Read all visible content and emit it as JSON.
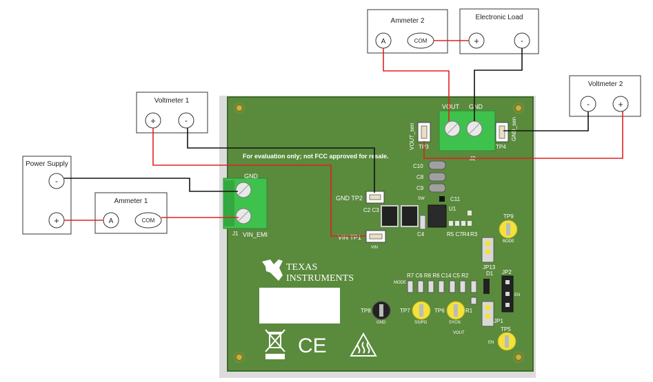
{
  "instruments": {
    "ammeter2": {
      "title": "Ammeter 2",
      "term_a": "A",
      "term_com": "COM"
    },
    "eload": {
      "title": "Electronic Load",
      "term_plus": "+",
      "term_minus": "-"
    },
    "voltmeter1": {
      "title": "Voltmeter 1",
      "term_plus": "+",
      "term_minus": "-"
    },
    "voltmeter2": {
      "title": "Voltmeter 2",
      "term_minus": "-",
      "term_plus": "+"
    },
    "power_supply": {
      "title": "Power Supply",
      "term_minus": "-",
      "term_plus": "+"
    },
    "ammeter1": {
      "title": "Ammeter 1",
      "term_a": "A",
      "term_com": "COM"
    }
  },
  "board": {
    "notice": "For evaluation only; not FCC approved for resale.",
    "brand_line1": "TEXAS",
    "brand_line2": "INSTRUMENTS",
    "ce_mark": "CE",
    "labels": {
      "vout": "VOUT",
      "gnd_top": "GND",
      "vout_sen": "VOUT_sen",
      "gnd_sen": "GND_sen",
      "tp3": "TP3",
      "tp4": "TP4",
      "j2": "J2",
      "c10": "C10",
      "c8": "C8",
      "c9": "C9",
      "sw": "SW",
      "c11": "C11",
      "u1": "U1",
      "gnd_left": "GND",
      "j1": "J1",
      "vin_emi": "VIN_EMI",
      "gnd_tp2": "GND TP2",
      "c2c3": "C2 C3",
      "vin_tp1": "VIN TP1",
      "vin_small": "VIN",
      "c4": "C4",
      "r5c7r4": "R5 C7R4",
      "r3": "R3",
      "tp9": "TP9",
      "bode": "BODE",
      "jp13": "JP13",
      "jp2": "JP2",
      "d1": "D1",
      "en_jp2": "EN",
      "mode": "MODE",
      "r_row": "R7 C6 R8 R6 C14 C5 R2",
      "tp8": "TP8",
      "gnd_tp8": "GND",
      "tp7": "TP7",
      "sspg": "SS/PG",
      "tp6": "TP6",
      "sycn": "SYCN",
      "r1": "R1",
      "jp1": "JP1",
      "vout_small": "VOUT",
      "tp5": "TP5",
      "en_tp5": "EN"
    }
  },
  "colors": {
    "pcb": "#5a8a3c",
    "pcb_edge": "#3f6a2a",
    "connector": "#3fc24d",
    "wire_red": "#e02020",
    "wire_black": "#111111",
    "testpoint_yellow": "#f2e23a"
  }
}
